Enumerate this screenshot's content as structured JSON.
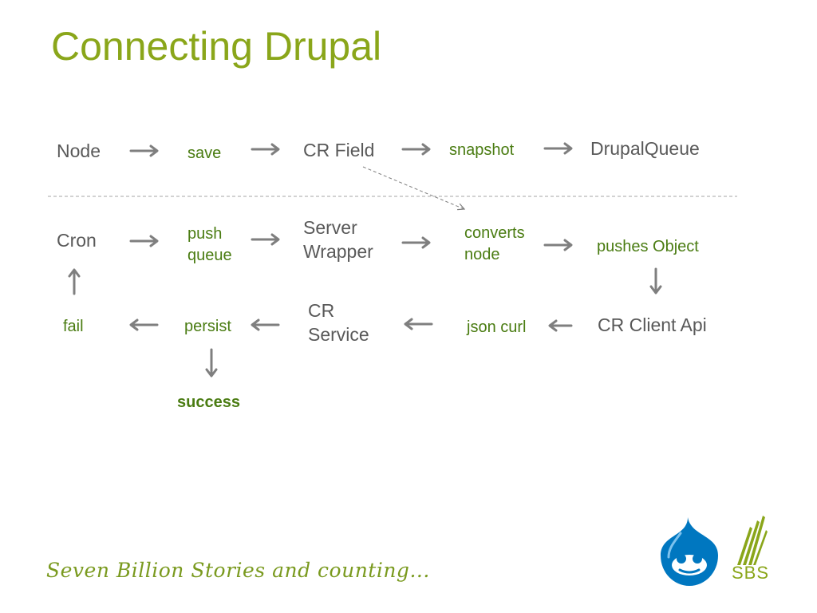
{
  "slide": {
    "title": "Connecting Drupal",
    "tagline": "Seven Billion Stories and counting...",
    "logos": {
      "sbs_text": "SBS"
    }
  },
  "diagram": {
    "row1": {
      "node": "Node",
      "save": "save",
      "cr_field": "CR Field",
      "snapshot": "snapshot",
      "drupal_queue": "DrupalQueue"
    },
    "row2": {
      "cron": "Cron",
      "push_queue_1": "push",
      "push_queue_2": "queue",
      "server_wrapper_1": "Server",
      "server_wrapper_2": "Wrapper",
      "converts_node_1": "converts",
      "converts_node_2": "node",
      "pushes_object": "pushes Object"
    },
    "row3": {
      "fail": "fail",
      "persist": "persist",
      "cr_service_1": "CR",
      "cr_service_2": "Service",
      "json_curl": "json curl",
      "cr_client_api": "CR Client Api"
    },
    "success": "success"
  },
  "colors": {
    "title": "#8aa61a",
    "dark_text": "#595959",
    "green_text": "#4a7c12",
    "arrow": "#7f7f7f",
    "drupal_blue": "#0077c0",
    "sbs_green": "#8aa61a"
  },
  "icons": [
    "arrow-right-icon",
    "arrow-left-icon",
    "arrow-up-icon",
    "arrow-down-icon",
    "drupal-logo",
    "sbs-logo"
  ]
}
